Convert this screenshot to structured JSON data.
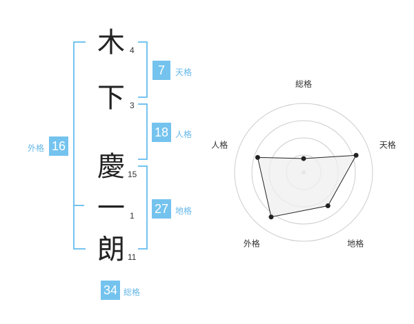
{
  "name_chars": [
    {
      "char": "木",
      "strokes": "4"
    },
    {
      "char": "下",
      "strokes": "3"
    },
    {
      "char": "慶",
      "strokes": "15"
    },
    {
      "char": "一",
      "strokes": "1"
    },
    {
      "char": "朗",
      "strokes": "11"
    }
  ],
  "kakusu": {
    "tenkaku": {
      "value": "7",
      "label": "天格"
    },
    "jinkaku": {
      "value": "18",
      "label": "人格"
    },
    "chikaku": {
      "value": "27",
      "label": "地格"
    },
    "gaikaku": {
      "value": "16",
      "label": "外格"
    },
    "soukaku": {
      "value": "34",
      "label": "総格"
    }
  },
  "chart_data": {
    "type": "radar",
    "axes": [
      "総格",
      "天格",
      "地格",
      "外格",
      "人格"
    ],
    "values": [
      1,
      4,
      3,
      4,
      3.5
    ],
    "rmax": 5,
    "rings": 4,
    "colors": {
      "fill": "#efefef",
      "line": "#222222",
      "grid": "#cccccc",
      "accent": "#74c3ee"
    }
  }
}
